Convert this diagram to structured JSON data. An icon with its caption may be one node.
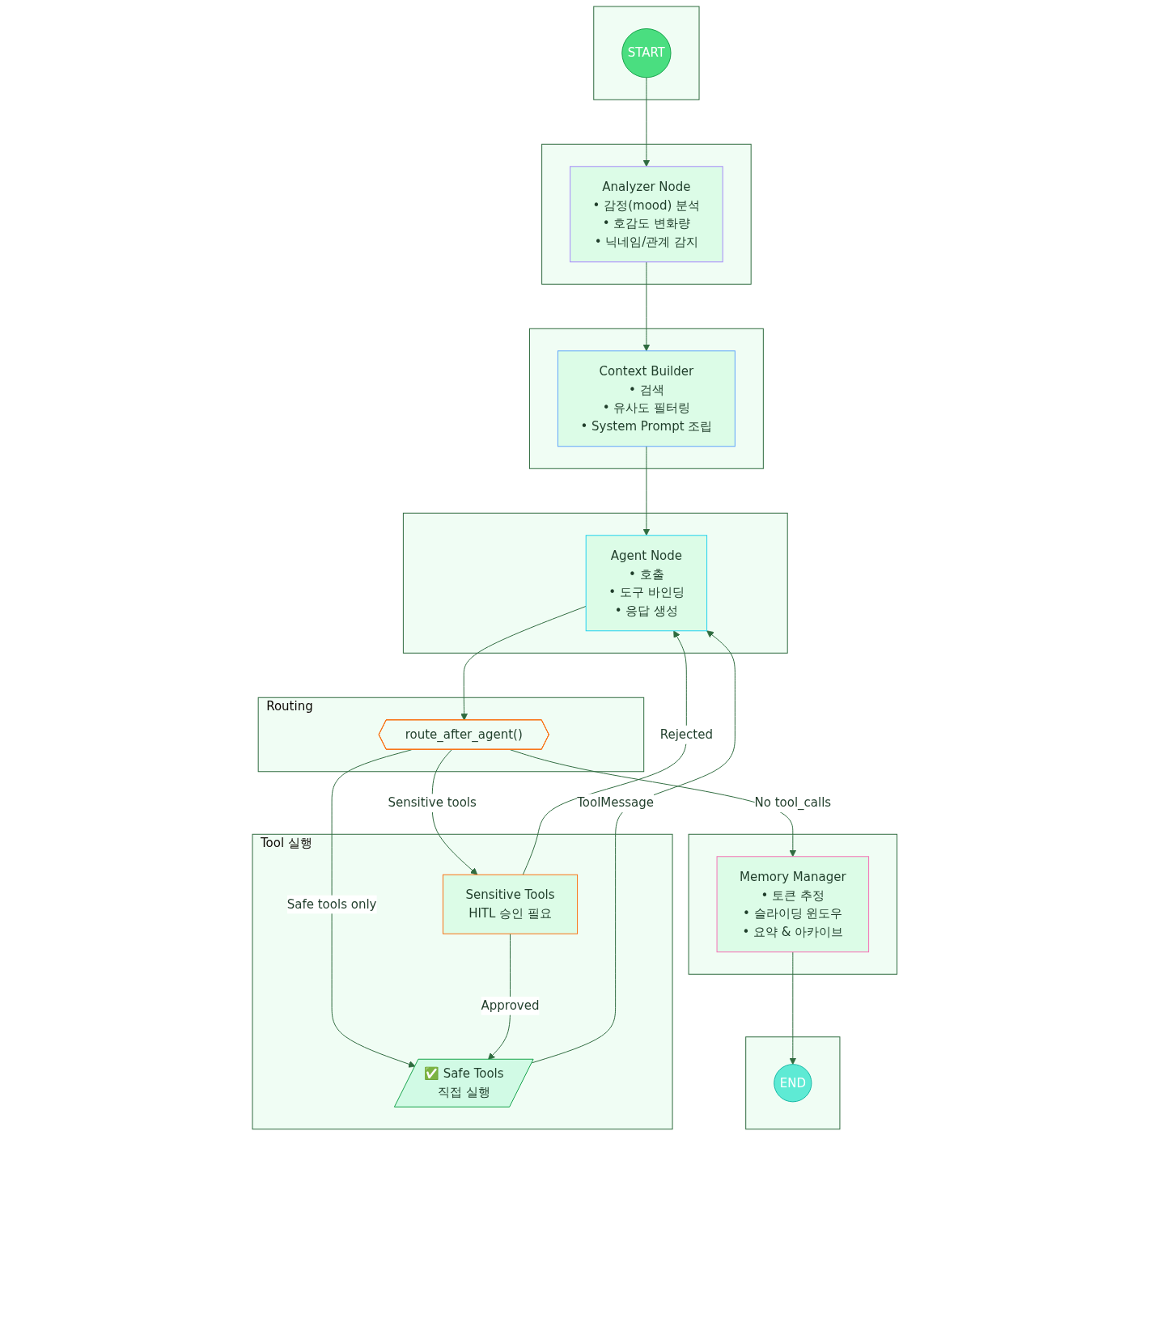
{
  "diagram": {
    "nodes": [
      {
        "text": [],
        "shape": "box"
      },
      {
        "text": [
          "START"
        ],
        "in": 0
      },
      {
        "text": [],
        "shape": "box"
      },
      {
        "text": [
          "Analyzer Node",
          "• 감정(mood) 분석",
          "• 호감도 변화량",
          "• 닉네임/관계 감지"
        ],
        "in": 2
      },
      {
        "text": [],
        "shape": "box"
      },
      {
        "text": [
          "Context Builder",
          "• 검색",
          "• 유사도 필터링",
          "• System Prompt 조립"
        ],
        "in": 4
      },
      {
        "text": [],
        "shape": "box"
      },
      {
        "text": [
          "Agent Node",
          "• 호출",
          "• 도구 바인딩",
          "• 응답 생성"
        ],
        "in": 6
      },
      {
        "text": [
          "Routing"
        ]
      },
      {
        "text": [
          "route_after_agent()"
        ],
        "in": 8
      },
      {
        "text": [],
        "shape": "box"
      },
      {
        "text": [
          "Memory Manager",
          "• 토큰 추정",
          "• 슬라이딩 윈도우",
          "• 요약 & 아카이브"
        ],
        "in": 10
      },
      {
        "text": [
          "Tool 실행"
        ]
      },
      {
        "text": [
          "Sensitive Tools",
          "HITL 승인 필요"
        ],
        "in": 12
      },
      {
        "text": [
          "✅ Safe Tools",
          "직접 실행"
        ],
        "in": 12
      },
      {
        "text": [],
        "shape": "box"
      },
      {
        "text": [
          "END"
        ],
        "in": 15
      }
    ],
    "edges": [
      {
        "from": 1,
        "to": 3,
        "arrow": "to"
      },
      {
        "from": 3,
        "to": 5,
        "arrow": "to"
      },
      {
        "from": 5,
        "to": 7,
        "arrow": "to"
      },
      {
        "from": 7,
        "to": 9,
        "arrow": "to"
      },
      {
        "from": 9,
        "to": 11,
        "arrow": "to",
        "label": "No tool_calls"
      },
      {
        "from": 9,
        "to": 13,
        "arrow": "to",
        "label": "Sensitive tools"
      },
      {
        "from": 9,
        "to": 14,
        "arrow": "to",
        "label": "Safe tools only"
      },
      {
        "from": 13,
        "to": 14,
        "arrow": "to",
        "label": "Approved"
      },
      {
        "from": 13,
        "to": 7,
        "arrow": "to",
        "label": "Rejected"
      },
      {
        "from": 14,
        "to": 7,
        "arrow": "to",
        "label": "ToolMessage"
      },
      {
        "from": 11,
        "to": 16,
        "arrow": "to"
      }
    ]
  }
}
